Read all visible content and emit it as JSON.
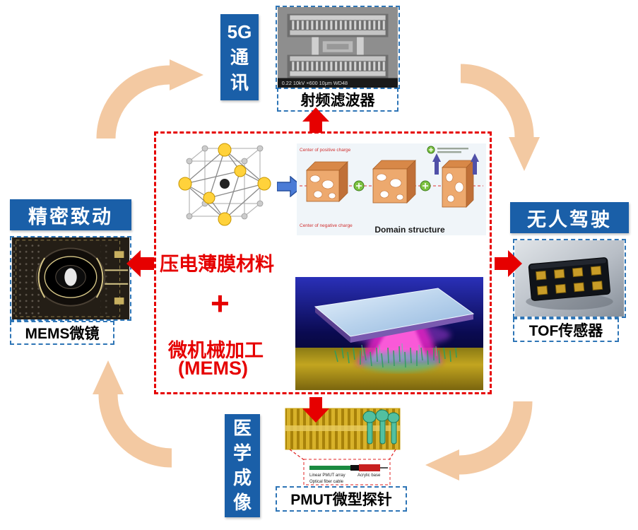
{
  "center": {
    "material": "压电薄膜材料",
    "plus": "+",
    "process": "微机械加工",
    "process_sub": "(MEMS)",
    "domain": {
      "caption": "Domain structure",
      "top_label": "Center of positive charge",
      "bottom_label": "Center of negative charge"
    }
  },
  "applications": {
    "top": {
      "category": "5G通讯",
      "lines": [
        "5G",
        "通",
        "讯"
      ],
      "device": "射频滤波器",
      "sem_caption": "0.22  10kV  ×600  10μm WD48"
    },
    "right": {
      "category": "无人驾驶",
      "device": "TOF传感器"
    },
    "bottom": {
      "category": "医学成像",
      "lines": [
        "医",
        "学",
        "成",
        "像"
      ],
      "device": "PMUT微型探针",
      "inset": {
        "label_array": "Linear PMUT array",
        "label_base": "Acrylic base",
        "label_fiber": "Optical fiber cable"
      }
    },
    "left": {
      "category": "精密致动",
      "device": "MEMS微镜"
    }
  },
  "colors": {
    "category_bg": "#1A5FA8",
    "device_border": "#2E75B6",
    "center_red": "#E60000",
    "cycle_arrow": "#F3C9A2"
  }
}
